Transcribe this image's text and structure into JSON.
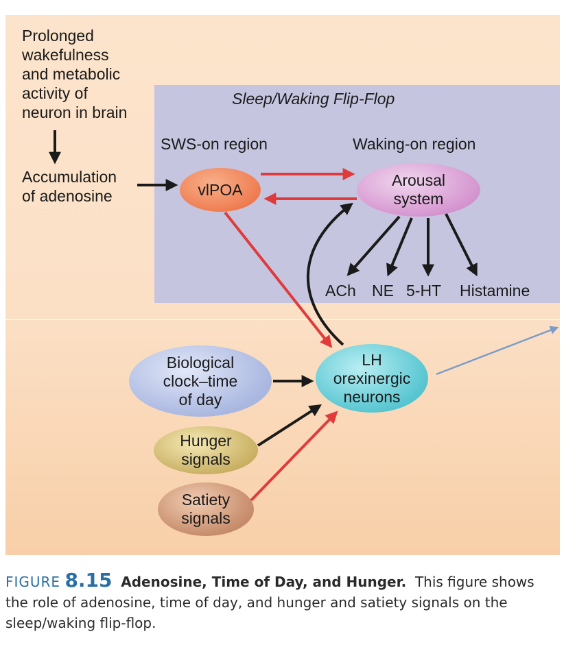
{
  "diagram": {
    "box_title": "Sleep/Waking Flip-Flop",
    "sws_region_label": "SWS-on region",
    "waking_region_label": "Waking-on region",
    "prolonged_text": "Prolonged\nwakefulness\nand metabolic\nactivity of\nneuron in brain",
    "adenosine_text": "Accumulation\nof adenosine",
    "nodes": {
      "vlpoa": "vlPOA",
      "arousal": "Arousal\nsystem",
      "lh": "LH\norexinergic\nneurons",
      "clock": "Biological\nclock–time\nof day",
      "hunger": "Hunger\nsignals",
      "satiety": "Satiety\nsignals"
    },
    "neurotransmitters": [
      "ACh",
      "NE",
      "5-HT",
      "Histamine"
    ],
    "colors": {
      "inhibitory_arrow": "#e03a3a",
      "excitatory_arrow": "#1a1a1a",
      "pointer_arrow": "#7a9cc8"
    }
  },
  "caption": {
    "figure_label": "FIGURE",
    "figure_number": "8.15",
    "title": "Adenosine, Time of Day, and Hunger.",
    "body": "This figure shows the role of adenosine, time of day, and hunger and satiety signals on the sleep/waking flip-flop."
  }
}
